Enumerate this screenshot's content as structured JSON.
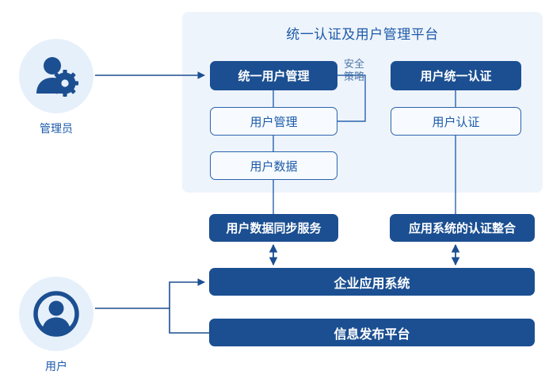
{
  "panel": {
    "title": "统一认证及用户管理平台",
    "background_color": "#eef4fc",
    "title_color": "#1c5aa8"
  },
  "colors": {
    "filled_box": "#1b4f91",
    "outlined_box_border": "#2a63ad",
    "outlined_box_fill": "#f7fbff",
    "connector": "#1b4f91",
    "icon": "#1b4f91",
    "icon_circle": "#e6f0fb",
    "label_text": "#1c5aa8",
    "edge_label_text": "#4f77a8"
  },
  "actors": [
    {
      "id": "admin",
      "label": "管理员",
      "icon": "user-gear-icon"
    },
    {
      "id": "user",
      "label": "用户",
      "icon": "user-circle-icon"
    }
  ],
  "nodes": {
    "unified_user_mgmt": "统一用户管理",
    "user_mgmt": "用户管理",
    "user_data": "用户数据",
    "unified_auth": "用户统一认证",
    "user_auth": "用户认证",
    "data_sync_service": "用户数据同步服务",
    "app_auth_integration": "应用系统的认证整合",
    "enterprise_app": "企业应用系统",
    "info_publish": "信息发布平台"
  },
  "edge_labels": {
    "security_policy_line1": "安全",
    "security_policy_line2": "策略"
  }
}
